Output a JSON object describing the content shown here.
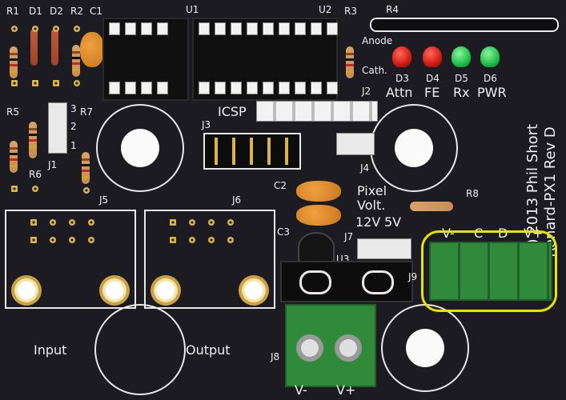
{
  "board": {
    "title": "Renard-PX1 Rev D",
    "copyright": "(C) 2013 Phil Short"
  },
  "refs": {
    "r1": "R1",
    "d1": "D1",
    "d2": "D2",
    "r2": "R2",
    "c1": "C1",
    "u1": "U1",
    "u2": "U2",
    "r3": "R3",
    "r4": "R4",
    "d3": "D3",
    "d4": "D4",
    "d5": "D5",
    "d6": "D6",
    "r5": "R5",
    "r7": "R7",
    "r6": "R6",
    "j1": "J1",
    "j2": "J2",
    "j3": "J3",
    "j4": "J4",
    "j5": "J5",
    "j6": "J6",
    "j7": "J7",
    "j8": "J8",
    "j9": "J9",
    "c2": "C2",
    "c3": "C3",
    "u3": "U3",
    "r8": "R8"
  },
  "labels": {
    "anode": "Anode",
    "cath": "Cath.",
    "attn": "Attn",
    "fe": "FE",
    "rx": "Rx",
    "pwr": "PWR",
    "icsp": "ICSP",
    "pixel_volt": "Pixel\nVolt.",
    "v12": "12V",
    "v5": "5V",
    "input": "Input",
    "output": "Output",
    "vminus": "V-",
    "c": "C",
    "d": "D",
    "vplus": "V+",
    "j8_vminus": "V-",
    "j8_vplus": "V+",
    "j1_pins": [
      "3",
      "2",
      "1"
    ]
  },
  "colors": {
    "pcb": "#1c1b22",
    "silkscreen": "#eeeeee",
    "highlight": "#e7e400",
    "led_red": "#e0201a",
    "led_green": "#1fbf4a",
    "terminal_green": "#2f8a3a"
  }
}
